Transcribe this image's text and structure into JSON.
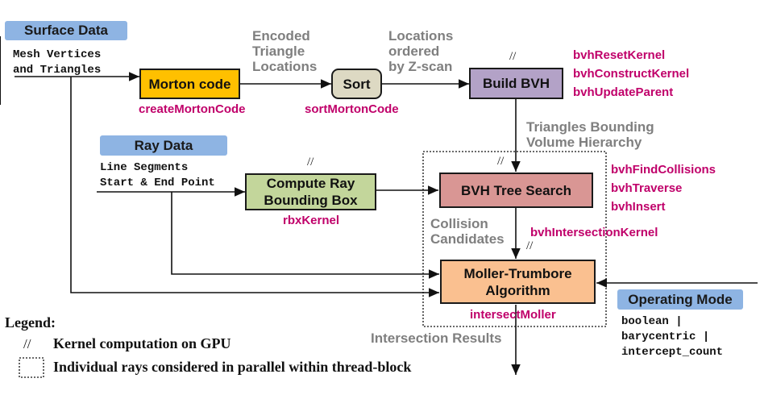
{
  "inputs": {
    "surface_data": {
      "label": "Surface Data",
      "lines": [
        "Mesh Vertices",
        "and Triangles"
      ]
    },
    "ray_data": {
      "label": "Ray Data",
      "lines": [
        "Line Segments",
        "Start & End Point"
      ]
    },
    "operating_mode": {
      "label": "Operating Mode",
      "lines": [
        "boolean |",
        "barycentric |",
        "intercept_count"
      ]
    }
  },
  "nodes": {
    "morton": {
      "label": "Morton code",
      "kernel": "createMortonCode",
      "color": "#ffc000"
    },
    "sort": {
      "label": "Sort",
      "kernel": "sortMortonCode",
      "color": "#ddd9c3"
    },
    "build_bvh": {
      "label": "Build BVH",
      "kernels": [
        "bvhResetKernel",
        "bvhConstructKernel",
        "bvhUpdateParent"
      ],
      "color": "#b3a2c7"
    },
    "ray_bbox": {
      "label_lines": [
        "Compute Ray",
        "Bounding Box"
      ],
      "kernel": "rbxKernel",
      "color": "#c3d69b"
    },
    "tree_search": {
      "label": "BVH Tree Search",
      "kernels": [
        "bvhFindCollisions",
        "bvhTraverse",
        "bvhInsert"
      ],
      "color": "#d99694"
    },
    "moller": {
      "label_lines": [
        "Moller-Trumbore",
        "Algorithm"
      ],
      "kernels": [
        "bvhIntersectionKernel",
        "intersectMoller"
      ],
      "color": "#fac090"
    }
  },
  "edge_labels": {
    "encoded": [
      "Encoded",
      "Triangle",
      "Locations"
    ],
    "ordered": [
      "Locations",
      "ordered",
      "by Z-scan"
    ],
    "hierarchy": [
      "Triangles Bounding",
      "Volume Hierarchy"
    ],
    "candidates": [
      "Collision",
      "Candidates"
    ],
    "results": "Intersection Results"
  },
  "gpu_marker": "//",
  "legend": {
    "title": "Legend:",
    "gpu_marker": "//",
    "gpu_text": "Kernel computation on GPU",
    "block_text": "Individual rays considered in parallel within thread-block"
  },
  "colors": {
    "kernel_text": "#c0006a",
    "edge_text": "#7f7f7f",
    "tag_fill": "#8eb4e3"
  }
}
